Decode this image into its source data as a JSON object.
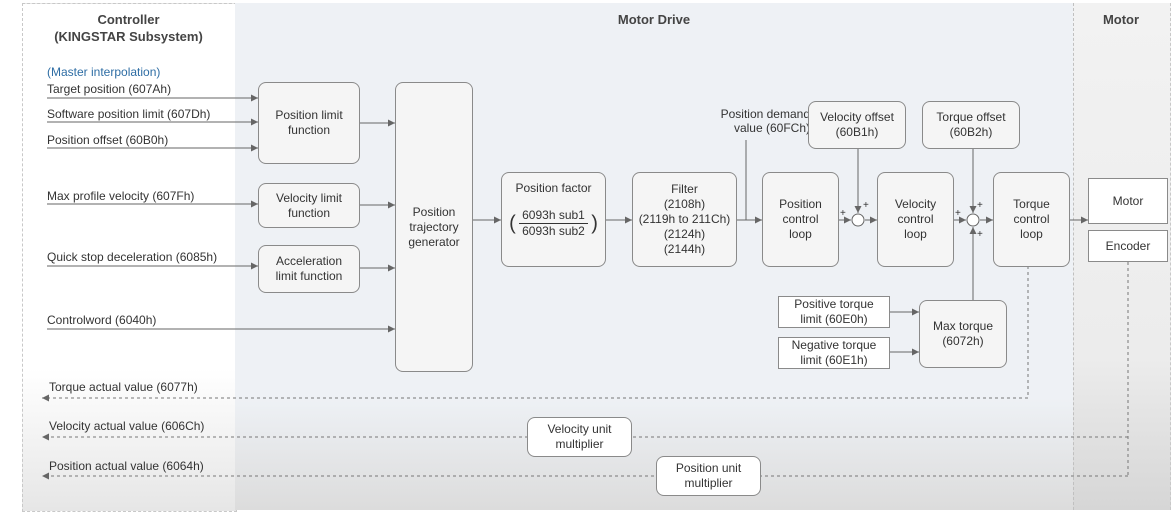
{
  "zones": {
    "controller": "Controller\n(KINGSTAR Subsystem)",
    "drive": "Motor Drive",
    "motor": "Motor"
  },
  "inputs": {
    "master_interp": "(Master interpolation)",
    "target_position": "Target position (607Ah)",
    "software_limit": "Software position limit (607Dh)",
    "position_offset": "Position offset (60B0h)",
    "max_profile_velocity": "Max profile velocity (607Fh)",
    "quick_stop": "Quick stop deceleration (6085h)",
    "controlword": "Controlword (6040h)"
  },
  "feedback": {
    "torque_actual": "Torque actual value (6077h)",
    "velocity_actual": "Velocity actual value (606Ch)",
    "position_actual": "Position actual value (6064h)"
  },
  "blocks": {
    "position_limit": "Position limit\nfunction",
    "velocity_limit": "Velocity limit\nfunction",
    "accel_limit": "Acceleration\nlimit function",
    "trajectory": "Position\ntrajectory\ngenerator",
    "position_factor_title": "Position factor",
    "position_factor_num": "6093h sub1",
    "position_factor_den": "6093h sub2",
    "filter": "Filter\n(2108h)\n(2119h to 211Ch)\n(2124h)\n(2144h)",
    "position_loop": "Position\ncontrol\nloop",
    "velocity_loop": "Velocity\ncontrol\nloop",
    "torque_loop": "Torque\ncontrol\nloop",
    "velocity_offset": "Velocity offset\n(60B1h)",
    "torque_offset": "Torque offset\n(60B2h)",
    "pos_torque_limit": "Positive torque\nlimit (60E0h)",
    "neg_torque_limit": "Negative torque\nlimit (60E1h)",
    "max_torque": "Max torque\n(6072h)",
    "motor": "Motor",
    "encoder": "Encoder",
    "velocity_unit": "Velocity unit\nmultiplier",
    "position_unit": "Position unit\nmultiplier"
  },
  "labels": {
    "position_demand": "Position demand\nvalue (60FCh)",
    "plus": "+"
  }
}
